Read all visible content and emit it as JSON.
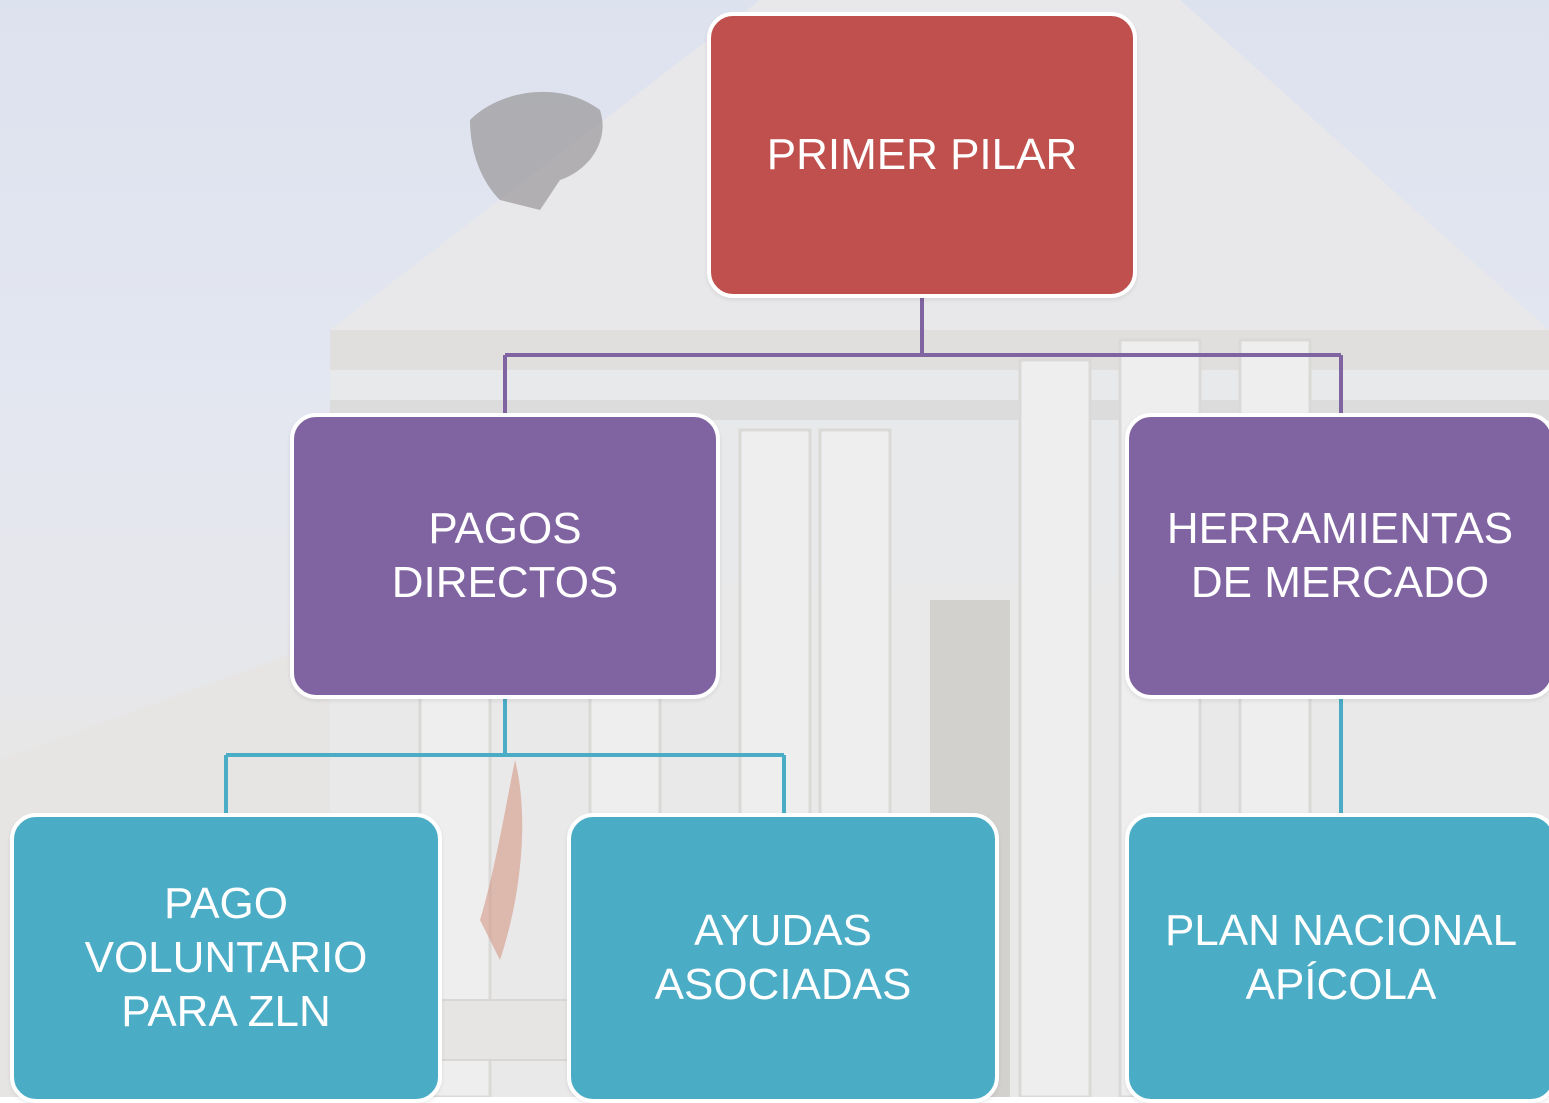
{
  "diagram": {
    "root": {
      "label": "PRIMER PILAR"
    },
    "level2": [
      {
        "label": "PAGOS\nDIRECTOS"
      },
      {
        "label": "HERRAMIENTAS\nDE MERCADO"
      }
    ],
    "level3": [
      {
        "label": "PAGO\nVOLUNTARIO\nPARA ZLN"
      },
      {
        "label": "AYUDAS\nASOCIADAS"
      },
      {
        "label": "PLAN NACIONAL\nAPÍCOLA"
      }
    ]
  },
  "colors": {
    "root": "#c0504d",
    "level2": "#8064a2",
    "level3": "#4bacc6",
    "connector_level2": "#8064a2",
    "connector_level3": "#4bacc6"
  }
}
